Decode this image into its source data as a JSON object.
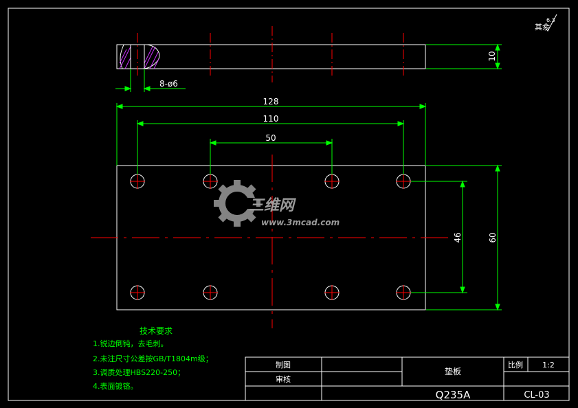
{
  "colors": {
    "background": "#000000",
    "outline": "#ffffff",
    "dimension": "#00ff00",
    "centerline": "#ff0000",
    "hatch": "#cc33ff",
    "note_text": "#00ff00",
    "title_text": "#ffffff",
    "watermark": "#9a9a9a"
  },
  "drawing": {
    "roughness_label": "其余",
    "roughness_value": "6.3",
    "side_view": {
      "thickness_dim": "10",
      "hole_callout": "8-ø6"
    },
    "plan_view": {
      "overall_length_dim": "128",
      "outer_hole_pitch_dim": "110",
      "inner_hole_pitch_dim": "50",
      "hole_row_spacing_dim": "46",
      "overall_width_dim": "60"
    },
    "tech_requirements": {
      "heading": "技术要求",
      "items": [
        "1.锐边倒钝，去毛刺。",
        "2.未注尺寸公差按GB/T1804m级；",
        "3.调质处理HBS220-250；",
        "4.表面镀铬。"
      ]
    },
    "title_block": {
      "drawn_label": "制图",
      "checked_label": "审核",
      "part_name": "垫板",
      "scale_label": "比例",
      "scale_value": "1:2",
      "material": "Q235A",
      "drawing_number": "CL-03"
    }
  },
  "watermark": {
    "brand_cn": "三维网",
    "url": "www.3mcad.com",
    "logo_icon": "gear-logo-icon"
  }
}
